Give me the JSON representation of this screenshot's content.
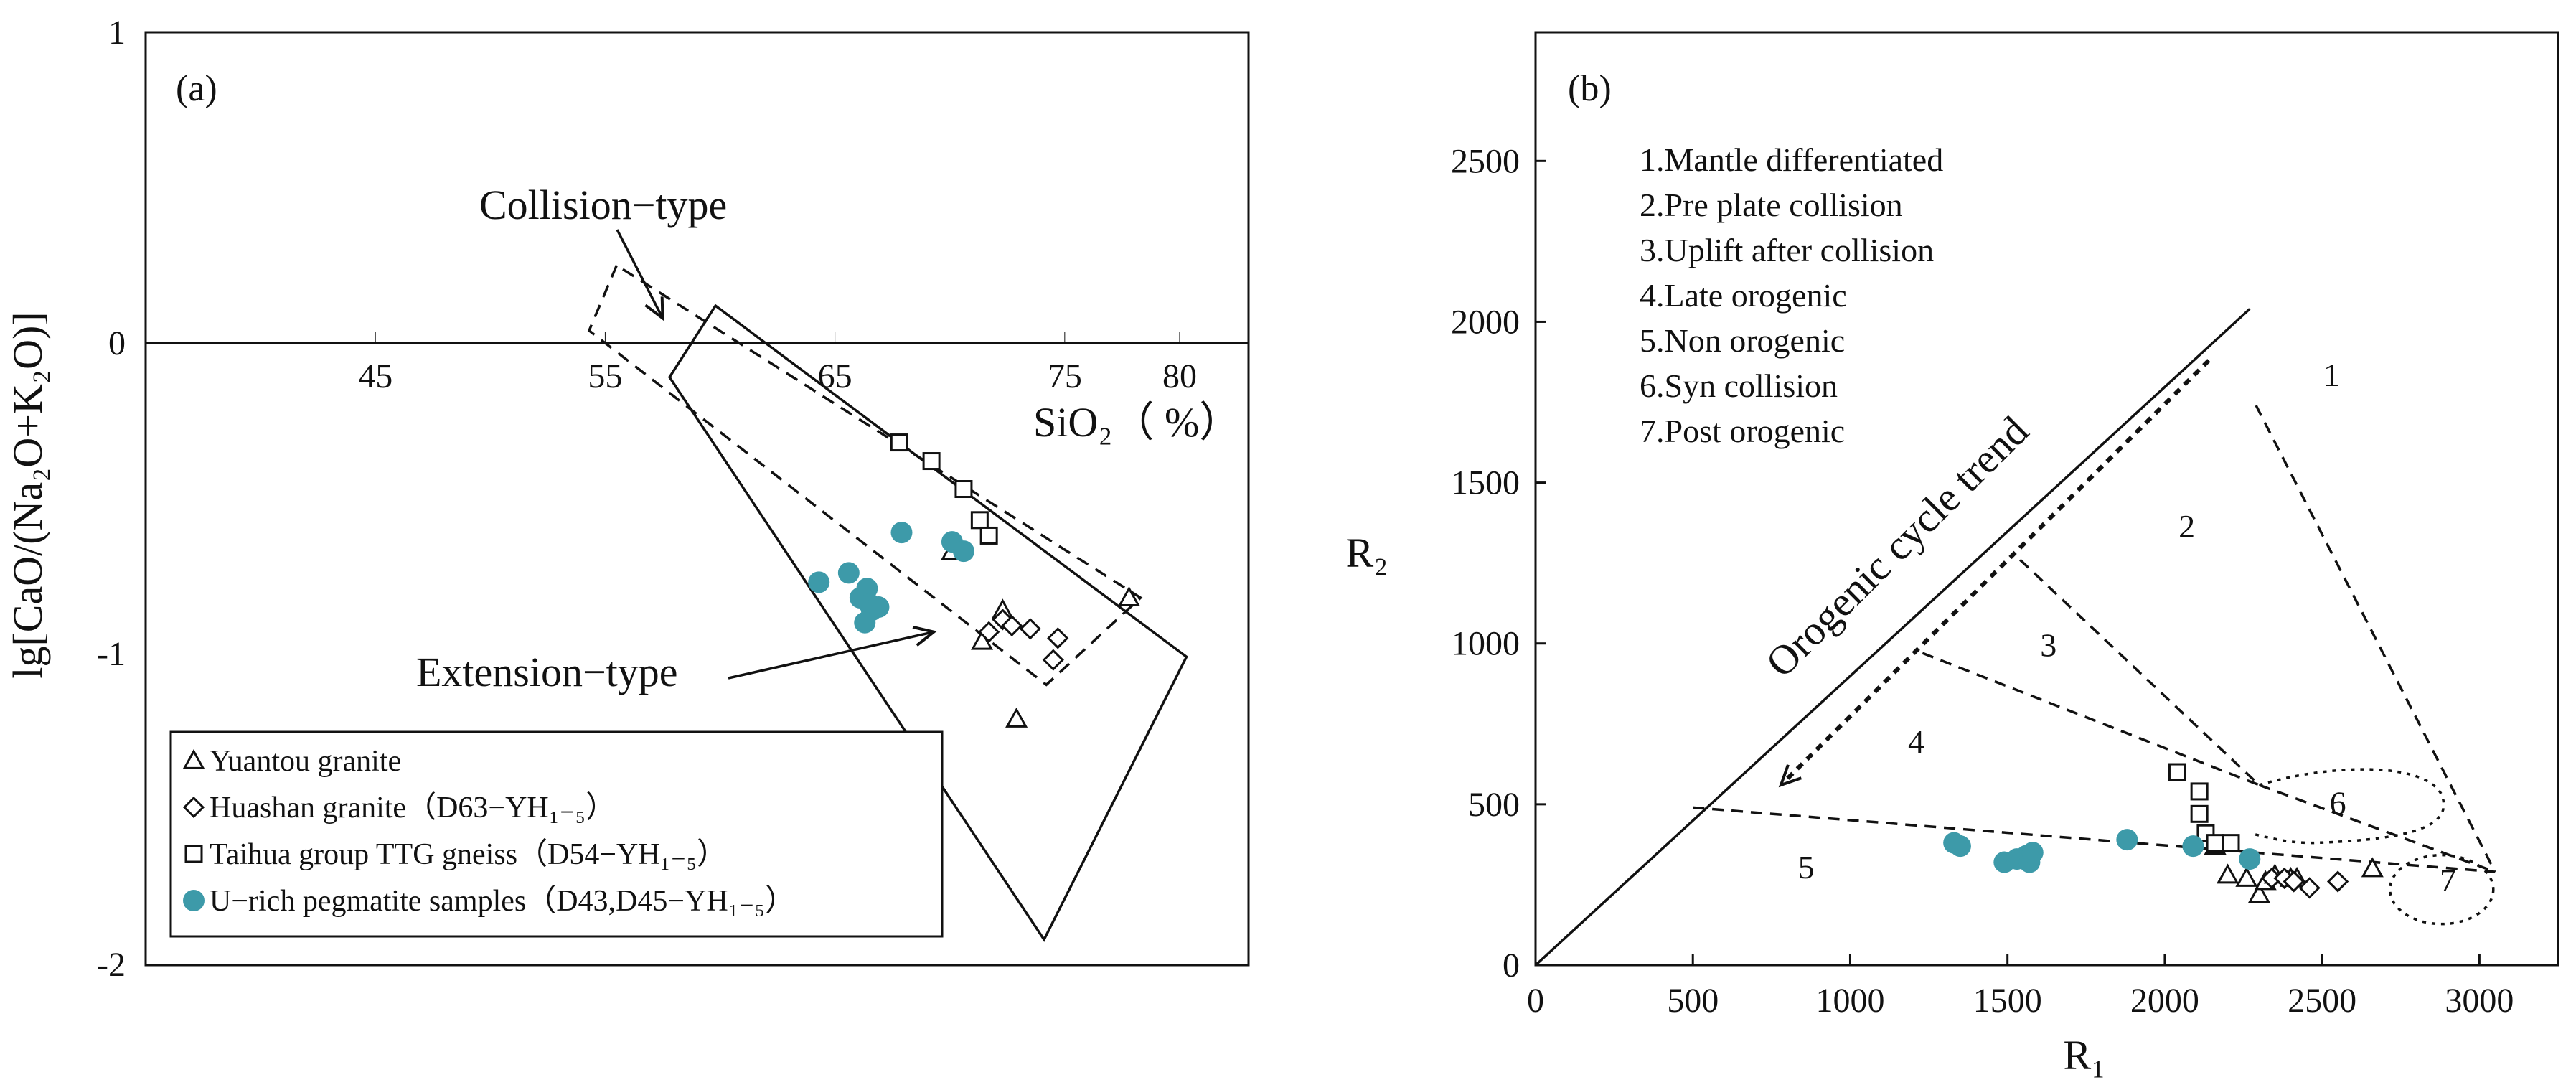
{
  "chart_data": [
    {
      "type": "scatter",
      "panel_label": "(a)",
      "xlabel": "SiO₂（ %）",
      "ylabel": "lg[CaO/(Na₂O+K₂O)]",
      "xlim": [
        35,
        83
      ],
      "ylim": [
        -2,
        1
      ],
      "x_ticks": [
        "45",
        "55",
        "65",
        "75",
        "80"
      ],
      "x_tick_values": [
        45,
        55,
        65,
        75,
        80
      ],
      "y_ticks": [
        "1",
        "0",
        "-1",
        "-2"
      ],
      "y_tick_values": [
        1,
        0,
        -1,
        -2
      ],
      "annotations": [
        {
          "label": "Collision−type",
          "arrow_to": [
            57.5,
            0.08
          ]
        },
        {
          "label": "Extension−type",
          "arrow_to": [
            69.3,
            -0.93
          ]
        }
      ],
      "fields": {
        "collision_dashed": [
          [
            55.5,
            0.25
          ],
          [
            54.3,
            0.04
          ],
          [
            74.2,
            -1.1
          ],
          [
            78.3,
            -0.82
          ]
        ],
        "extension_solid": [
          [
            59.8,
            0.12
          ],
          [
            57.8,
            -0.11
          ],
          [
            74.1,
            -1.92
          ],
          [
            80.3,
            -1.01
          ]
        ]
      },
      "legend": {
        "placement": "bottom-left",
        "entries": [
          {
            "marker": "triangle",
            "label": "Yuantou  granite"
          },
          {
            "marker": "diamond",
            "label": "Huashan granite（D63−YH₁₋₅）"
          },
          {
            "marker": "square",
            "label": "Taihua group TTG gneiss（D54−YH₁₋₅）"
          },
          {
            "marker": "circle",
            "label": "U−rich pegmatite samples（D43,D45−YH₁₋₅）"
          }
        ]
      },
      "series": [
        {
          "marker": "triangle",
          "points": [
            [
              70.1,
              -0.67
            ],
            [
              71.4,
              -0.96
            ],
            [
              72.3,
              -0.86
            ],
            [
              72.9,
              -1.21
            ],
            [
              77.8,
              -0.82
            ]
          ]
        },
        {
          "marker": "diamond",
          "points": [
            [
              71.7,
              -0.93
            ],
            [
              72.3,
              -0.89
            ],
            [
              72.7,
              -0.91
            ],
            [
              73.5,
              -0.92
            ],
            [
              74.7,
              -0.95
            ],
            [
              74.5,
              -1.02
            ]
          ]
        },
        {
          "marker": "square",
          "points": [
            [
              67.8,
              -0.32
            ],
            [
              69.2,
              -0.38
            ],
            [
              70.6,
              -0.47
            ],
            [
              71.3,
              -0.57
            ],
            [
              71.7,
              -0.62
            ]
          ]
        },
        {
          "marker": "circle",
          "color": "#3d9aa9",
          "points": [
            [
              64.3,
              -0.77
            ],
            [
              65.6,
              -0.74
            ],
            [
              66.1,
              -0.82
            ],
            [
              66.4,
              -0.79
            ],
            [
              66.5,
              -0.84
            ],
            [
              66.6,
              -0.86
            ],
            [
              66.9,
              -0.85
            ],
            [
              66.3,
              -0.9
            ],
            [
              67.9,
              -0.61
            ],
            [
              70.1,
              -0.64
            ],
            [
              70.6,
              -0.67
            ]
          ]
        }
      ]
    },
    {
      "type": "scatter",
      "panel_label": "(b)",
      "xlabel": "R₁",
      "ylabel": "R₂",
      "xlim": [
        0,
        3250
      ],
      "ylim": [
        0,
        2900
      ],
      "x_ticks": [
        "0",
        "500",
        "1000",
        "1500",
        "2000",
        "2500",
        "3000"
      ],
      "x_tick_values": [
        0,
        500,
        1000,
        1500,
        2000,
        2500,
        3000
      ],
      "y_ticks": [
        "0",
        "500",
        "1000",
        "1500",
        "2000",
        "2500"
      ],
      "y_tick_values": [
        0,
        500,
        1000,
        1500,
        2000,
        2500
      ],
      "field_list": [
        "1.Mantle differentiated",
        "2.Pre plate collision",
        "3.Uplift after collision",
        "4.Late orogenic",
        "5.Non orogenic",
        "6.Syn collision",
        "7.Post orogenic"
      ],
      "region_labels": [
        {
          "text": "1",
          "at": [
            2530,
            1800
          ]
        },
        {
          "text": "2",
          "at": [
            2070,
            1330
          ]
        },
        {
          "text": "3",
          "at": [
            1630,
            960
          ]
        },
        {
          "text": "4",
          "at": [
            1210,
            660
          ]
        },
        {
          "text": "5",
          "at": [
            860,
            270
          ]
        },
        {
          "text": "6",
          "at": [
            2550,
            470
          ]
        },
        {
          "text": "7",
          "at": [
            2900,
            230
          ]
        }
      ],
      "trend_label": "Orogenic cycle trend",
      "series": [
        {
          "marker": "triangle",
          "points": [
            [
              2160,
              370
            ],
            [
              2200,
              280
            ],
            [
              2260,
              270
            ],
            [
              2300,
              220
            ],
            [
              2320,
              260
            ],
            [
              2350,
              280
            ],
            [
              2400,
              270
            ],
            [
              2420,
              270
            ],
            [
              2660,
              300
            ]
          ]
        },
        {
          "marker": "diamond",
          "points": [
            [
              2340,
              270
            ],
            [
              2380,
              270
            ],
            [
              2410,
              260
            ],
            [
              2460,
              240
            ],
            [
              2550,
              260
            ]
          ]
        },
        {
          "marker": "square",
          "points": [
            [
              2040,
              600
            ],
            [
              2110,
              540
            ],
            [
              2110,
              470
            ],
            [
              2130,
              410
            ],
            [
              2160,
              380
            ],
            [
              2210,
              380
            ]
          ]
        },
        {
          "marker": "circle",
          "color": "#3d9aa9",
          "points": [
            [
              1330,
              380
            ],
            [
              1350,
              370
            ],
            [
              1490,
              320
            ],
            [
              1530,
              330
            ],
            [
              1560,
              340
            ],
            [
              1570,
              320
            ],
            [
              1580,
              350
            ],
            [
              1880,
              390
            ],
            [
              2090,
              370
            ],
            [
              2270,
              330
            ]
          ]
        }
      ]
    }
  ]
}
